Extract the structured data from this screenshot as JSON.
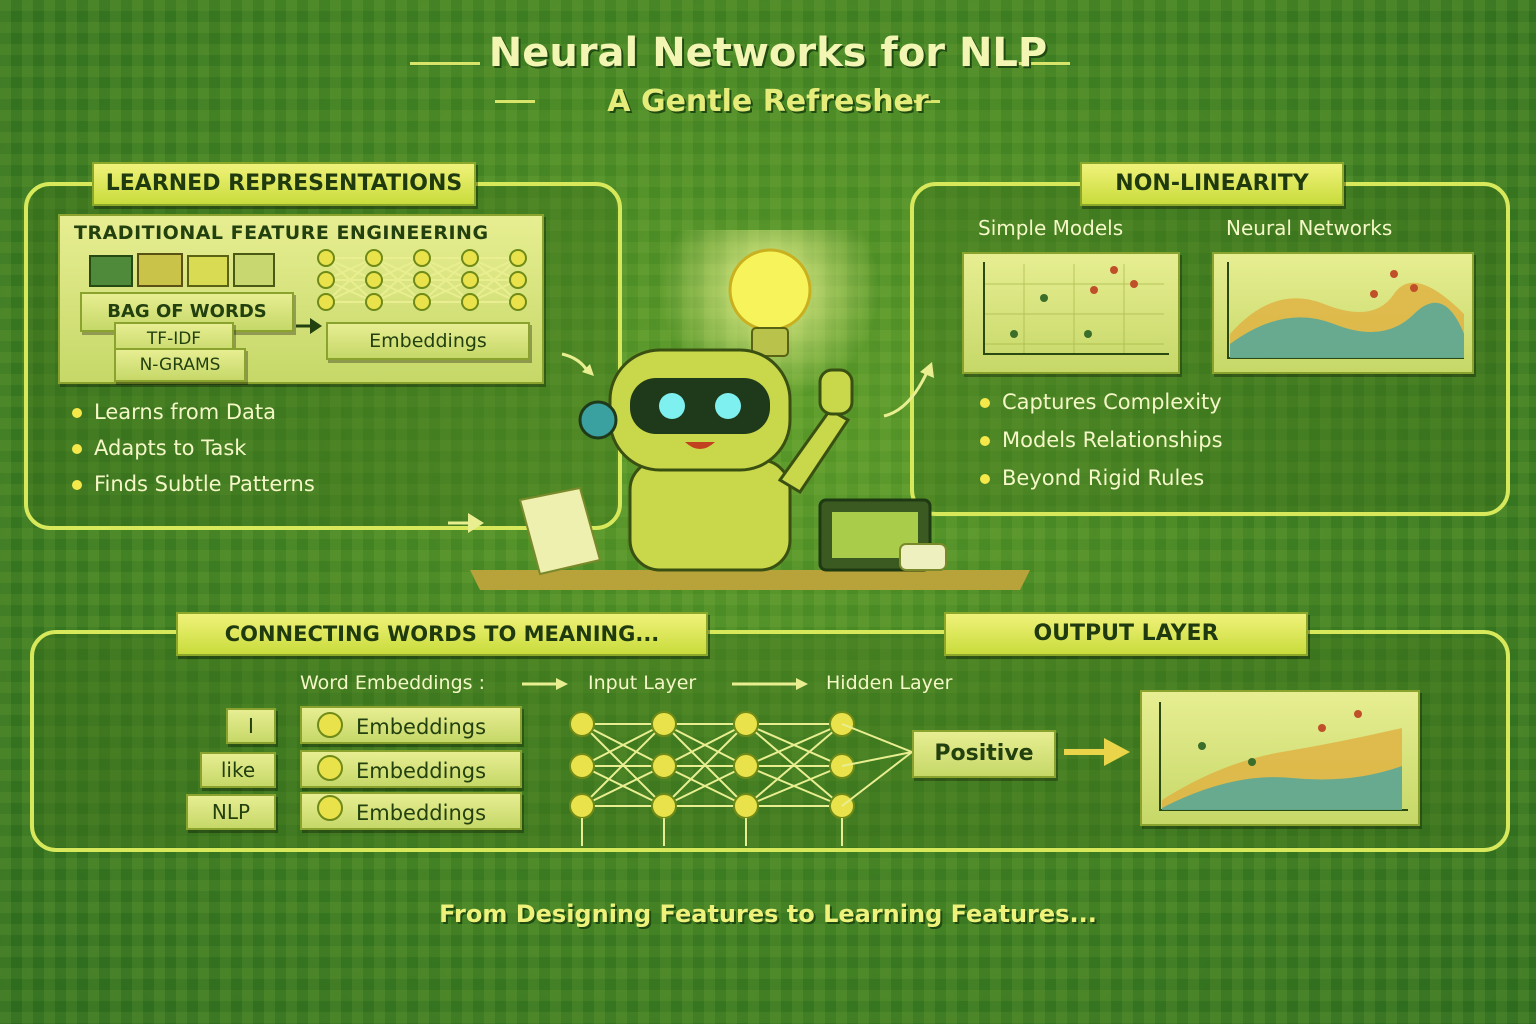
{
  "header": {
    "title": "Neural Networks for NLP",
    "subtitle": "A Gentle Refresher"
  },
  "learned": {
    "banner": "LEARNED REPRESENTATIONS",
    "traditional_label": "TRADITIONAL FEATURE ENGINEERING",
    "features": [
      "BAG OF WORDS",
      "TF-IDF",
      "N-GRAMS"
    ],
    "embeddings_label": "Embeddings",
    "bullets": [
      "Learns from Data",
      "Adapts to Task",
      "Finds Subtle Patterns"
    ]
  },
  "nonlinearity": {
    "banner": "NON-LINEARITY",
    "simple_label": "Simple Models",
    "neural_label": "Neural Networks",
    "bullets": [
      "Captures Complexity",
      "Models Relationships",
      "Beyond Rigid Rules"
    ]
  },
  "connecting": {
    "banner": "CONNECTING WORDS TO MEANING...",
    "flow": [
      "Word Embeddings :",
      "Input Layer",
      "Hidden Layer"
    ],
    "words": [
      "I",
      "like",
      "NLP"
    ],
    "embedding_label": "Embeddings",
    "output_value": "Positive"
  },
  "output": {
    "banner": "OUTPUT LAYER"
  },
  "footer": {
    "tagline": "From Designing Features to Learning Features..."
  },
  "colors": {
    "accent": "#d7e85a",
    "background": "#3f7f22",
    "paper": "#e7ee92"
  }
}
